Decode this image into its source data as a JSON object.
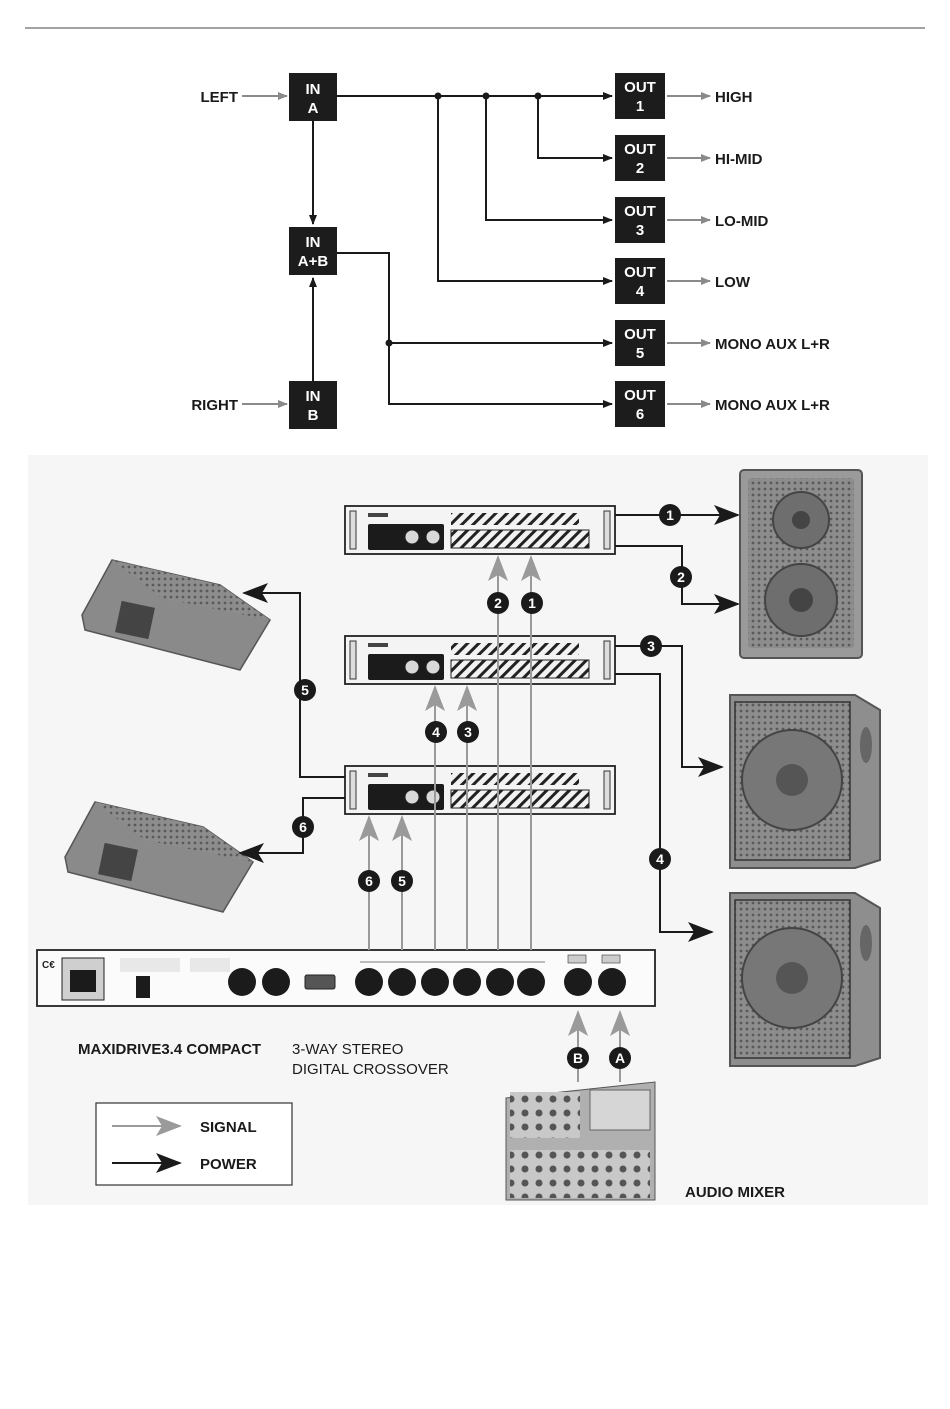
{
  "top_diagram": {
    "inputs": {
      "left": "LEFT",
      "right": "RIGHT",
      "in_a": [
        "IN",
        "A"
      ],
      "in_b": [
        "IN",
        "B"
      ],
      "in_ab": [
        "IN",
        "A+B"
      ]
    },
    "outputs": [
      {
        "block": [
          "OUT",
          "1"
        ],
        "label": "HIGH"
      },
      {
        "block": [
          "OUT",
          "2"
        ],
        "label": "HI-MID"
      },
      {
        "block": [
          "OUT",
          "3"
        ],
        "label": "LO-MID"
      },
      {
        "block": [
          "OUT",
          "4"
        ],
        "label": "LOW"
      },
      {
        "block": [
          "OUT",
          "5"
        ],
        "label": "MONO AUX L+R"
      },
      {
        "block": [
          "OUT",
          "6"
        ],
        "label": "MONO AUX L+R"
      }
    ]
  },
  "bottom_diagram": {
    "device_name": "MAXIDRIVE3.4 COMPACT",
    "device_desc_line1": "3-WAY STEREO",
    "device_desc_line2": "DIGITAL CROSSOVER",
    "mixer_label": "AUDIO MIXER",
    "badges": [
      "1",
      "2",
      "3",
      "4",
      "5",
      "6",
      "A",
      "B"
    ],
    "legend": {
      "signal": "SIGNAL",
      "power": "POWER"
    },
    "colors": {
      "signal": "#9a9a9a",
      "power": "#1a1a1a"
    }
  }
}
